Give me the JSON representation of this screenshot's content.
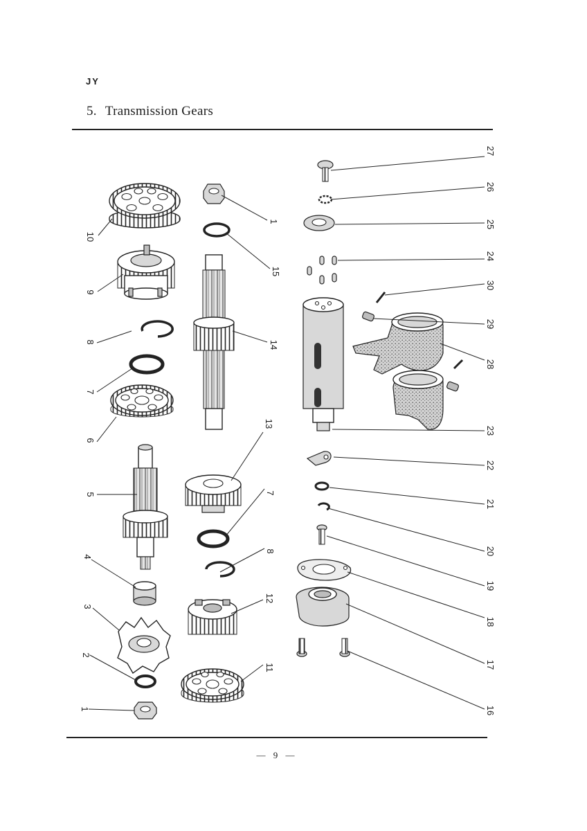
{
  "header": {
    "model_code": "JY",
    "section_number": "5.",
    "section_title": "Transmission Gears"
  },
  "footer": {
    "page_number": "— 9 —"
  },
  "callouts": [
    "1",
    "15",
    "14",
    "13",
    "7",
    "8",
    "12",
    "11",
    "10",
    "9",
    "8",
    "7",
    "6",
    "5",
    "4",
    "3",
    "2",
    "1",
    "27",
    "26",
    "25",
    "24",
    "30",
    "29",
    "28",
    "23",
    "22",
    "21",
    "20",
    "19",
    "18",
    "17",
    "16"
  ]
}
